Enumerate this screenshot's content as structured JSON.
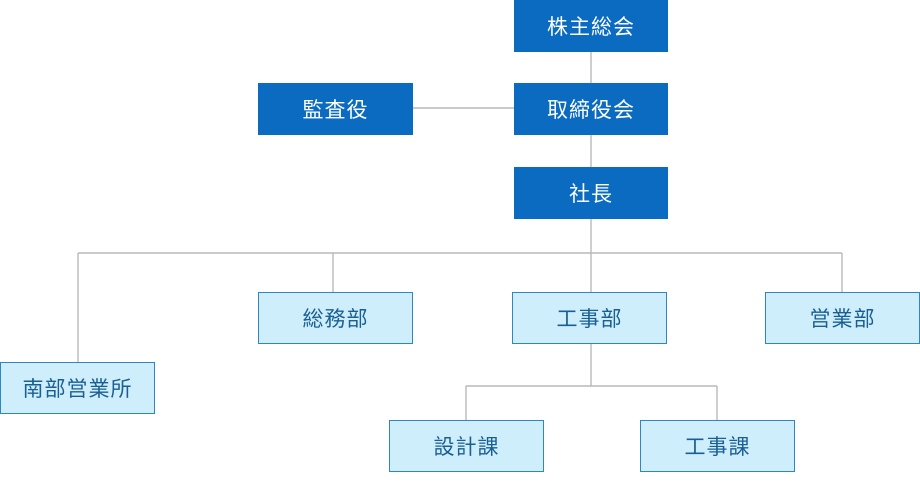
{
  "colors": {
    "executive_fill": "#0a6bc0",
    "executive_text": "#ffffff",
    "department_fill": "#cfeefc",
    "department_border": "#2f86c2",
    "department_text": "#1a5f94",
    "connector": "#b8b8b8"
  },
  "nodes": {
    "shareholders_meeting": "株主総会",
    "board_of_directors": "取締役会",
    "auditor": "監査役",
    "president": "社長",
    "general_affairs": "総務部",
    "construction_dept": "工事部",
    "sales_dept": "営業部",
    "south_sales_office": "南部営業所",
    "design_section": "設計課",
    "construction_section": "工事課"
  }
}
